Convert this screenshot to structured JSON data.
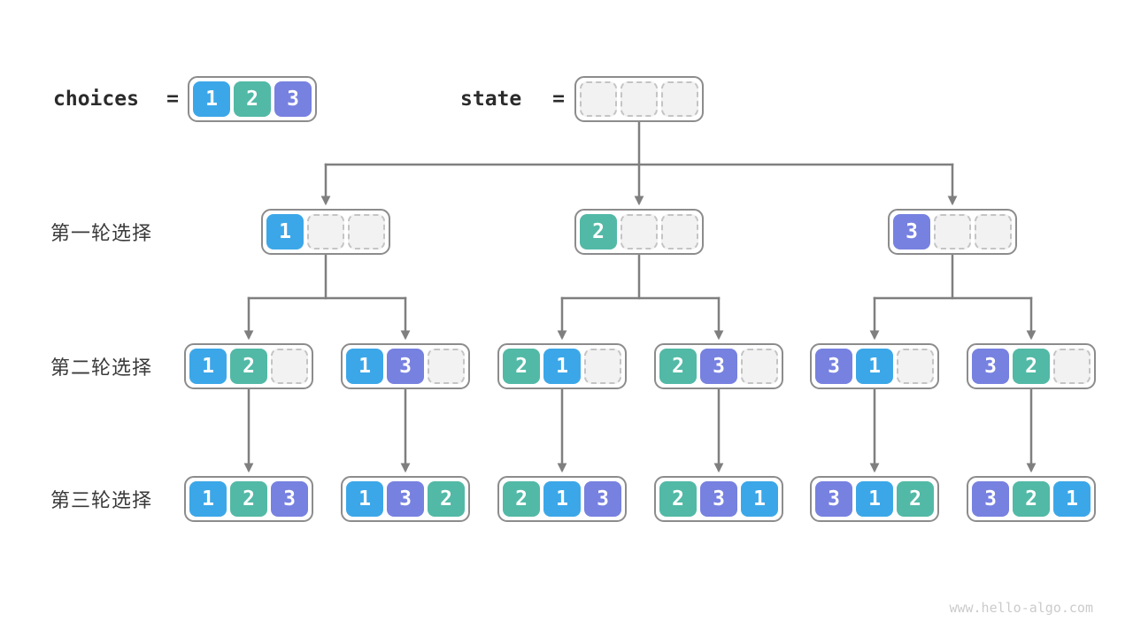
{
  "top": {
    "choices_label": "choices",
    "choices_equals": "=",
    "choices_values": [
      1,
      2,
      3
    ],
    "state_label": "state",
    "state_equals": "=",
    "state_values": [
      null,
      null,
      null
    ]
  },
  "rows": [
    {
      "label": "第一轮选择",
      "boxes": [
        [
          1,
          null,
          null
        ],
        [
          2,
          null,
          null
        ],
        [
          3,
          null,
          null
        ]
      ]
    },
    {
      "label": "第二轮选择",
      "boxes": [
        [
          1,
          2,
          null
        ],
        [
          1,
          3,
          null
        ],
        [
          2,
          1,
          null
        ],
        [
          2,
          3,
          null
        ],
        [
          3,
          1,
          null
        ],
        [
          3,
          2,
          null
        ]
      ]
    },
    {
      "label": "第三轮选择",
      "boxes": [
        [
          1,
          2,
          3
        ],
        [
          1,
          3,
          2
        ],
        [
          2,
          1,
          3
        ],
        [
          2,
          3,
          1
        ],
        [
          3,
          1,
          2
        ],
        [
          3,
          2,
          1
        ]
      ]
    }
  ],
  "colors": {
    "1": "#3CA7E8",
    "2": "#52B9A6",
    "3": "#7781E0",
    "arrow": "#7F7F7F",
    "box_border": "#8C8C8C",
    "empty_cell_fill": "#F2F2F2",
    "empty_cell_border": "#C4C4C4"
  },
  "footer": "www.hello-algo.com"
}
